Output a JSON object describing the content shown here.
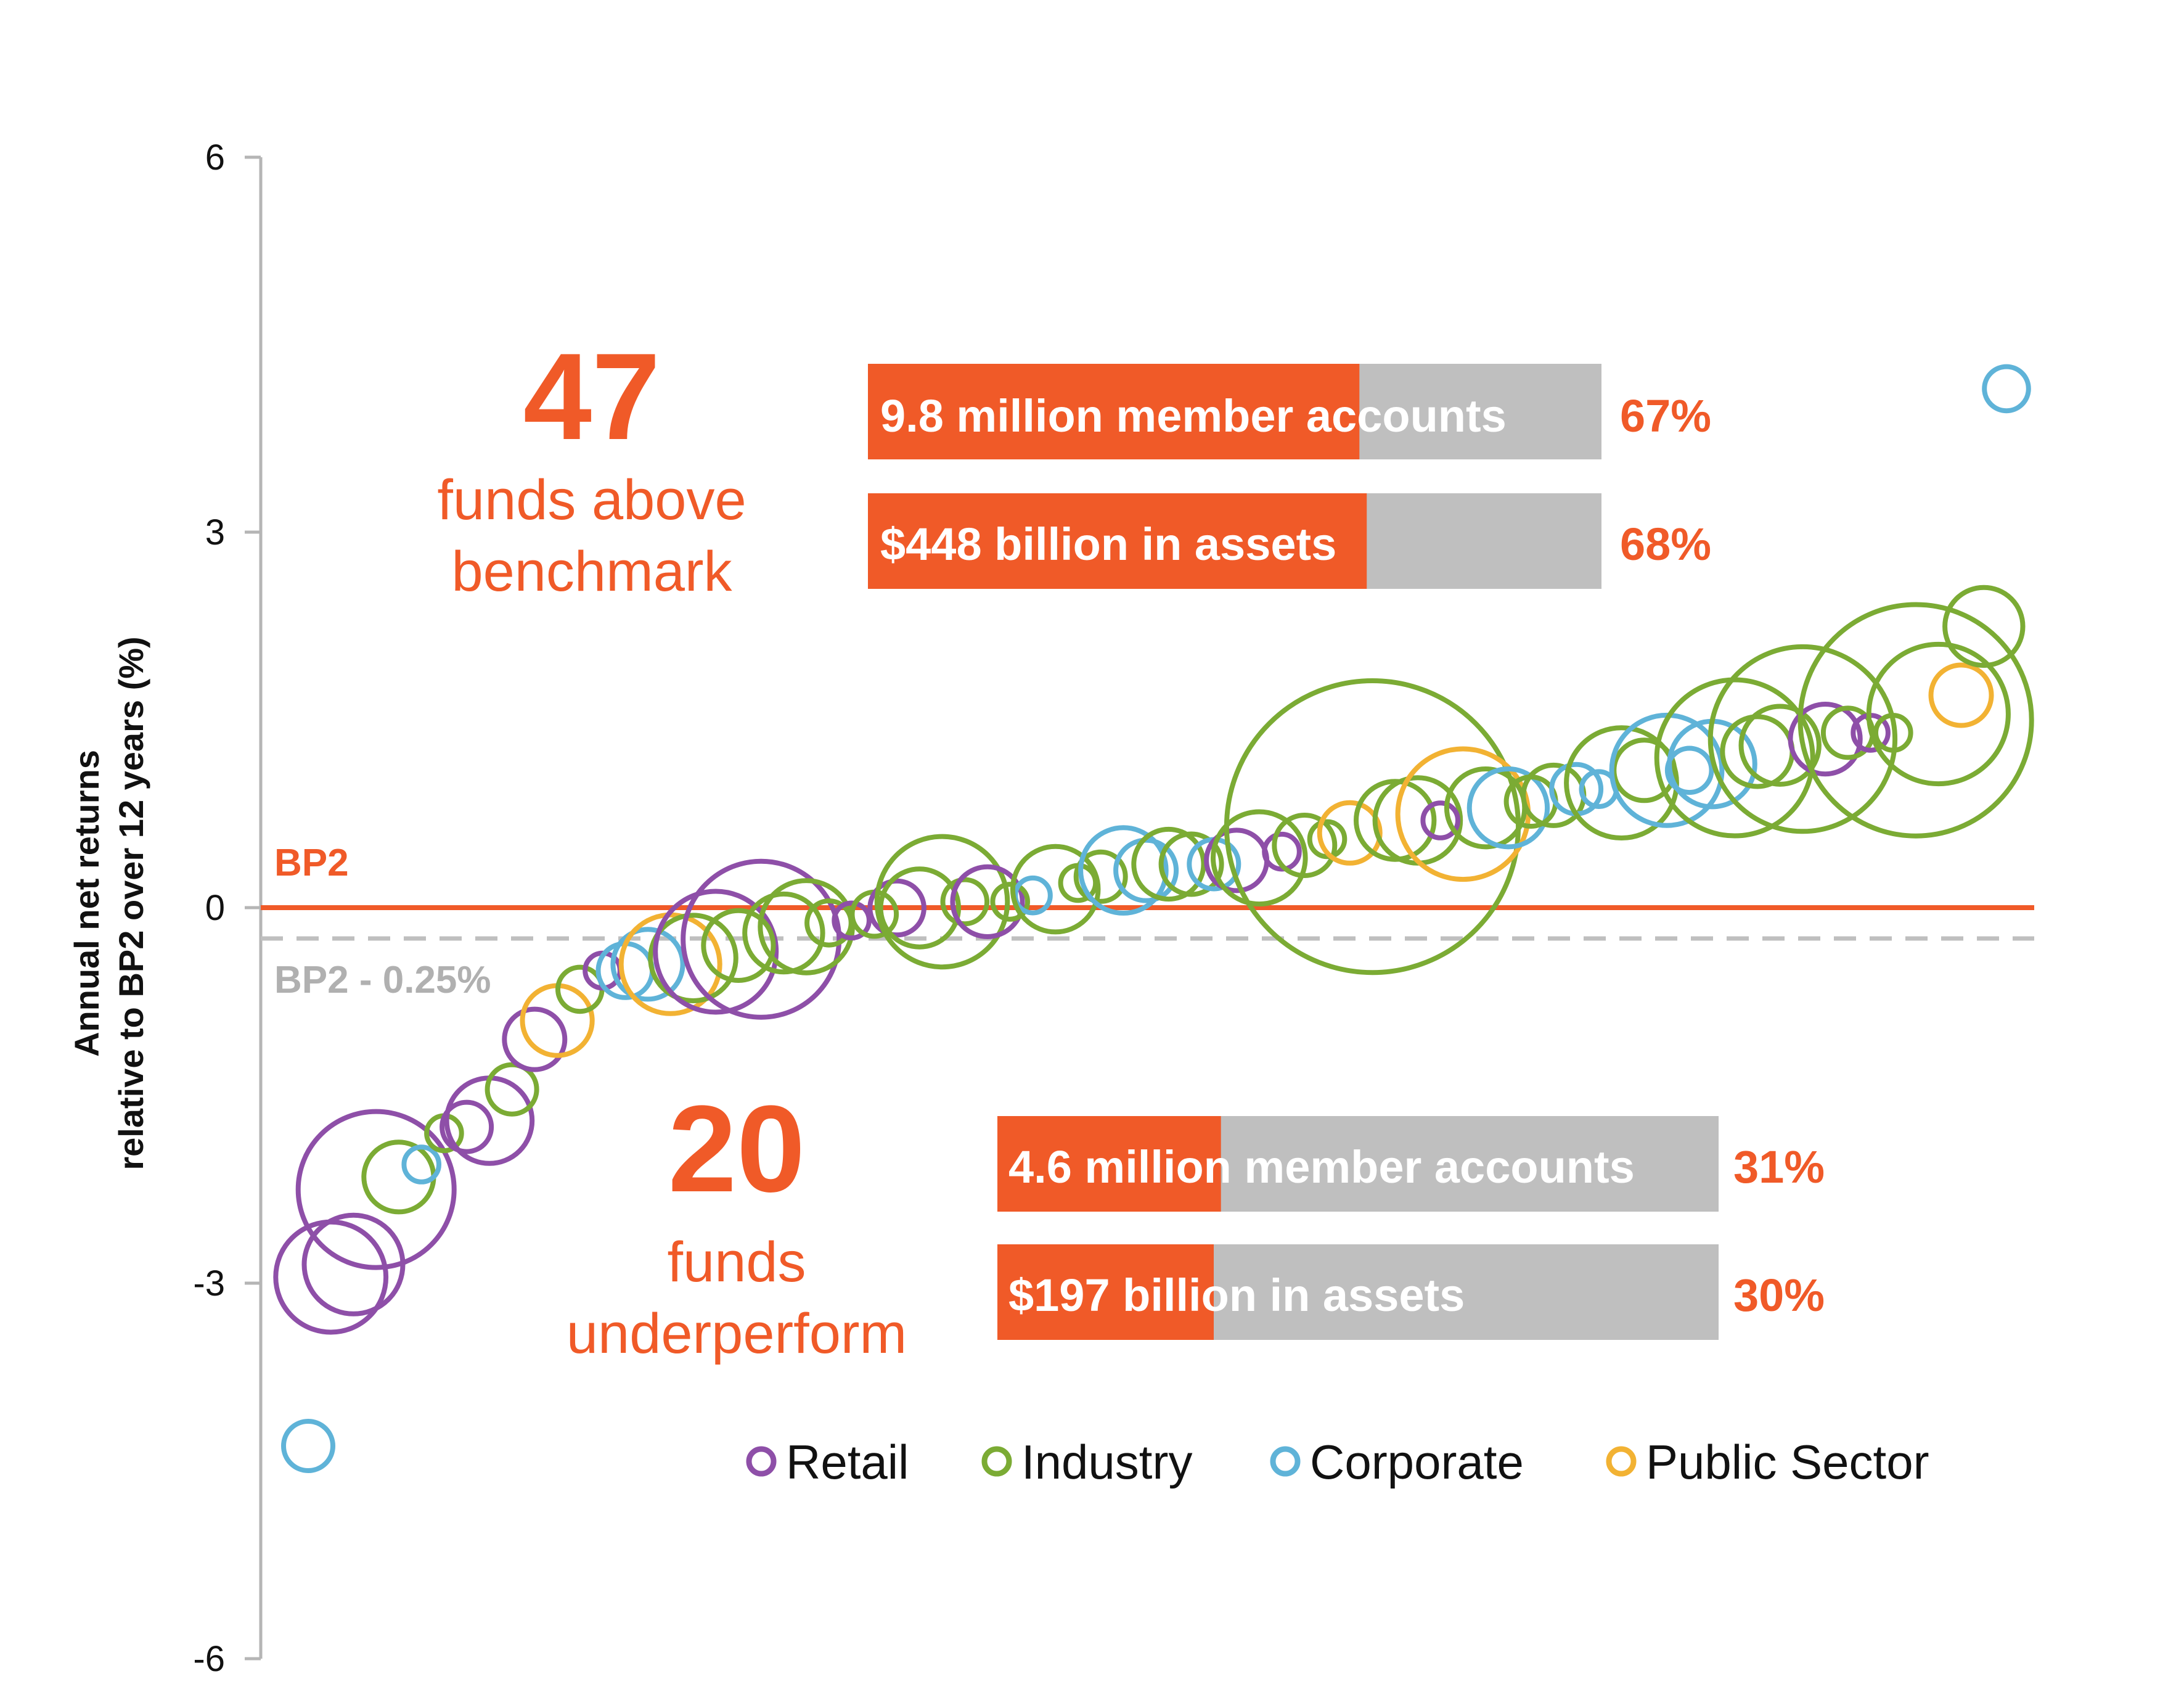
{
  "chart_data": {
    "type": "scatter",
    "ylabel_line1": "Annual net returns",
    "ylabel_line2": "relative to BP2 over 12 years (%)",
    "ylim": [
      -6,
      6
    ],
    "yticks": [
      "6",
      "3",
      "0",
      "-3",
      "-6"
    ],
    "grid": false,
    "legend_position": "bottom-right",
    "reference_lines": [
      {
        "label": "BP2",
        "value": 0,
        "color": "#f05a28",
        "style": "solid"
      },
      {
        "label": "BP2 - 0.25%",
        "value": -0.25,
        "color": "#bfbfbf",
        "style": "dashed"
      }
    ],
    "series": [
      {
        "name": "Retail",
        "color": "#8e4fa8"
      },
      {
        "name": "Industry",
        "color": "#7bab34"
      },
      {
        "name": "Corporate",
        "color": "#5fb3d8"
      },
      {
        "name": "Public Sector",
        "color": "#f2b233"
      }
    ],
    "points": [
      {
        "rank": 1,
        "y": -4.3,
        "size": 1,
        "series": "Corporate"
      },
      {
        "rank": 2,
        "y": -2.95,
        "size": 5,
        "series": "Retail"
      },
      {
        "rank": 3,
        "y": -2.85,
        "size": 4,
        "series": "Retail"
      },
      {
        "rank": 4,
        "y": -2.25,
        "size": 10,
        "series": "Retail"
      },
      {
        "rank": 5,
        "y": -2.15,
        "size": 2,
        "series": "Industry"
      },
      {
        "rank": 6,
        "y": -2.05,
        "size": 0.5,
        "series": "Corporate"
      },
      {
        "rank": 7,
        "y": -1.8,
        "size": 0.5,
        "series": "Industry"
      },
      {
        "rank": 8,
        "y": -1.75,
        "size": 1,
        "series": "Retail"
      },
      {
        "rank": 9,
        "y": -1.7,
        "size": 3,
        "series": "Retail"
      },
      {
        "rank": 10,
        "y": -1.45,
        "size": 1,
        "series": "Industry"
      },
      {
        "rank": 11,
        "y": -1.05,
        "size": 1.5,
        "series": "Retail"
      },
      {
        "rank": 12,
        "y": -0.9,
        "size": 2,
        "series": "Public Sector"
      },
      {
        "rank": 13,
        "y": -0.65,
        "size": 0.8,
        "series": "Industry"
      },
      {
        "rank": 14,
        "y": -0.5,
        "size": 0.5,
        "series": "Retail"
      },
      {
        "rank": 15,
        "y": -0.5,
        "size": 1.2,
        "series": "Corporate"
      },
      {
        "rank": 16,
        "y": -0.45,
        "size": 2,
        "series": "Corporate"
      },
      {
        "rank": 17,
        "y": -0.45,
        "size": 4,
        "series": "Public Sector"
      },
      {
        "rank": 18,
        "y": -0.4,
        "size": 3,
        "series": "Industry"
      },
      {
        "rank": 19,
        "y": -0.35,
        "size": 6,
        "series": "Retail"
      },
      {
        "rank": 20,
        "y": -0.3,
        "size": 2,
        "series": "Industry"
      },
      {
        "rank": 21,
        "y": -0.25,
        "size": 10,
        "series": "Retail"
      },
      {
        "rank": 22,
        "y": -0.2,
        "size": 2.5,
        "series": "Industry"
      },
      {
        "rank": 23,
        "y": -0.15,
        "size": 3.5,
        "series": "Industry"
      },
      {
        "rank": 24,
        "y": -0.12,
        "size": 0.8,
        "series": "Industry"
      },
      {
        "rank": 25,
        "y": -0.1,
        "size": 0.5,
        "series": "Retail"
      },
      {
        "rank": 26,
        "y": -0.05,
        "size": 0.8,
        "series": "Industry"
      },
      {
        "rank": 27,
        "y": 0.0,
        "size": 1.2,
        "series": "Retail"
      },
      {
        "rank": 28,
        "y": 0.0,
        "size": 2.5,
        "series": "Industry"
      },
      {
        "rank": 29,
        "y": 0.05,
        "size": 7,
        "series": "Industry"
      },
      {
        "rank": 30,
        "y": 0.05,
        "size": 0.8,
        "series": "Industry"
      },
      {
        "rank": 31,
        "y": 0.05,
        "size": 2,
        "series": "Retail"
      },
      {
        "rank": 32,
        "y": 0.05,
        "size": 0.5,
        "series": "Industry"
      },
      {
        "rank": 33,
        "y": 0.1,
        "size": 0.5,
        "series": "Corporate"
      },
      {
        "rank": 34,
        "y": 0.15,
        "size": 3,
        "series": "Industry"
      },
      {
        "rank": 35,
        "y": 0.2,
        "size": 0.5,
        "series": "Industry"
      },
      {
        "rank": 36,
        "y": 0.25,
        "size": 1,
        "series": "Industry"
      },
      {
        "rank": 37,
        "y": 0.3,
        "size": 3,
        "series": "Corporate"
      },
      {
        "rank": 38,
        "y": 0.3,
        "size": 1.5,
        "series": "Corporate"
      },
      {
        "rank": 39,
        "y": 0.35,
        "size": 2,
        "series": "Industry"
      },
      {
        "rank": 40,
        "y": 0.35,
        "size": 1.5,
        "series": "Industry"
      },
      {
        "rank": 41,
        "y": 0.35,
        "size": 1,
        "series": "Corporate"
      },
      {
        "rank": 42,
        "y": 0.38,
        "size": 1.5,
        "series": "Retail"
      },
      {
        "rank": 43,
        "y": 0.4,
        "size": 3.5,
        "series": "Industry"
      },
      {
        "rank": 44,
        "y": 0.45,
        "size": 0.5,
        "series": "Retail"
      },
      {
        "rank": 45,
        "y": 0.5,
        "size": 1.5,
        "series": "Industry"
      },
      {
        "rank": 46,
        "y": 0.55,
        "size": 0.5,
        "series": "Industry"
      },
      {
        "rank": 47,
        "y": 0.6,
        "size": 1.5,
        "series": "Public Sector"
      },
      {
        "rank": 48,
        "y": 0.65,
        "size": 35,
        "series": "Industry"
      },
      {
        "rank": 49,
        "y": 0.7,
        "size": 2.5,
        "series": "Industry"
      },
      {
        "rank": 50,
        "y": 0.7,
        "size": 3,
        "series": "Industry"
      },
      {
        "rank": 51,
        "y": 0.7,
        "size": 0.5,
        "series": "Retail"
      },
      {
        "rank": 52,
        "y": 0.75,
        "size": 7,
        "series": "Public Sector"
      },
      {
        "rank": 53,
        "y": 0.8,
        "size": 2.5,
        "series": "Industry"
      },
      {
        "rank": 54,
        "y": 0.8,
        "size": 2.5,
        "series": "Corporate"
      },
      {
        "rank": 55,
        "y": 0.85,
        "size": 1,
        "series": "Industry"
      },
      {
        "rank": 56,
        "y": 0.9,
        "size": 1.5,
        "series": "Industry"
      },
      {
        "rank": 57,
        "y": 0.95,
        "size": 1,
        "series": "Corporate"
      },
      {
        "rank": 58,
        "y": 0.95,
        "size": 0.5,
        "series": "Corporate"
      },
      {
        "rank": 59,
        "y": 1.0,
        "size": 5,
        "series": "Industry"
      },
      {
        "rank": 60,
        "y": 1.1,
        "size": 1.5,
        "series": "Industry"
      },
      {
        "rank": 61,
        "y": 1.1,
        "size": 5,
        "series": "Corporate"
      },
      {
        "rank": 62,
        "y": 1.1,
        "size": 0.8,
        "series": "Corporate"
      },
      {
        "rank": 63,
        "y": 1.15,
        "size": 3,
        "series": "Corporate"
      },
      {
        "rank": 64,
        "y": 1.2,
        "size": 10,
        "series": "Industry"
      },
      {
        "rank": 65,
        "y": 1.25,
        "size": 2,
        "series": "Industry"
      },
      {
        "rank": 66,
        "y": 1.3,
        "size": 2.5,
        "series": "Industry"
      },
      {
        "rank": 67,
        "y": 1.35,
        "size": 14,
        "series": "Industry"
      },
      {
        "rank": 68,
        "y": 1.35,
        "size": 2,
        "series": "Retail"
      },
      {
        "rank": 69,
        "y": 1.4,
        "size": 1,
        "series": "Industry"
      },
      {
        "rank": 70,
        "y": 1.4,
        "size": 0.5,
        "series": "Retail"
      },
      {
        "rank": 71,
        "y": 1.4,
        "size": 0.5,
        "series": "Industry"
      },
      {
        "rank": 72,
        "y": 1.5,
        "size": 22,
        "series": "Industry"
      },
      {
        "rank": 73,
        "y": 1.55,
        "size": 8,
        "series": "Industry"
      },
      {
        "rank": 74,
        "y": 1.7,
        "size": 1.5,
        "series": "Public Sector"
      },
      {
        "rank": 75,
        "y": 2.25,
        "size": 2.5,
        "series": "Industry"
      },
      {
        "rank": 76,
        "y": 4.15,
        "size": 0.8,
        "series": "Corporate"
      }
    ]
  },
  "annotations": {
    "above": {
      "count": "47",
      "line1": "funds above",
      "line2": "benchmark",
      "bars": [
        {
          "label": "9.8 million member accounts",
          "pct": "67%",
          "fraction": 0.67
        },
        {
          "label": "$448 billion in assets",
          "pct": "68%",
          "fraction": 0.68
        }
      ]
    },
    "below": {
      "count": "20",
      "line1": "funds",
      "line2": "underperform",
      "bars": [
        {
          "label": "4.6 million member accounts",
          "pct": "31%",
          "fraction": 0.31
        },
        {
          "label": "$197 billion in assets",
          "pct": "30%",
          "fraction": 0.3
        }
      ]
    },
    "colors": {
      "accent": "#f05a28",
      "bar_background": "#bfbfbf"
    }
  }
}
